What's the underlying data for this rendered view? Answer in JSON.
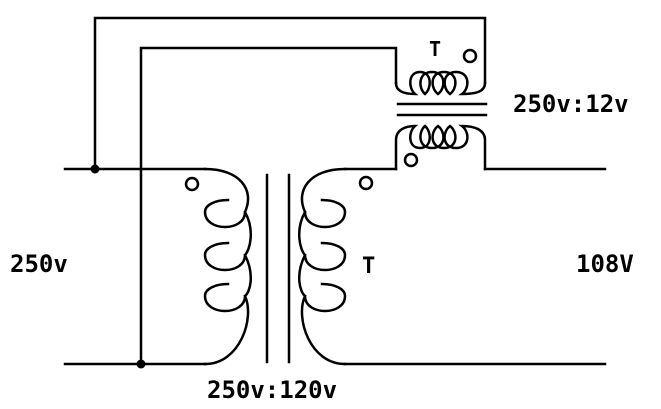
{
  "labels": {
    "input_voltage": "250v",
    "output_voltage": "108V",
    "main_ratio": "250v:120v",
    "aux_ratio": "250v:12v",
    "main_transformer_mark": "T",
    "aux_transformer_mark": "T"
  },
  "colors": {
    "line": "#000000",
    "background": "#ffffff"
  }
}
